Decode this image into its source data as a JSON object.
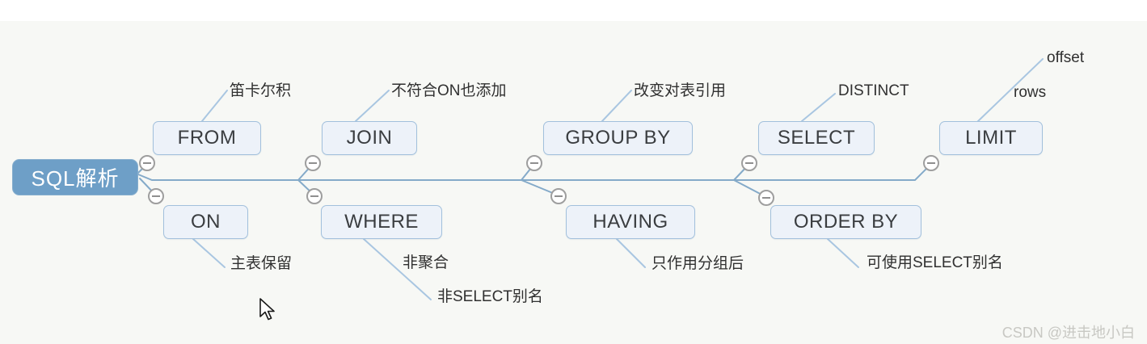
{
  "root": {
    "label": "SQL解析"
  },
  "nodes": [
    {
      "id": "from",
      "label": "FROM",
      "annotations": [
        "笛卡尔积"
      ]
    },
    {
      "id": "on",
      "label": "ON",
      "annotations": [
        "主表保留"
      ]
    },
    {
      "id": "join",
      "label": "JOIN",
      "annotations": [
        "不符合ON也添加"
      ]
    },
    {
      "id": "where",
      "label": "WHERE",
      "annotations": [
        "非聚合",
        "非SELECT别名"
      ]
    },
    {
      "id": "group-by",
      "label": "GROUP BY",
      "annotations": [
        "改变对表引用"
      ]
    },
    {
      "id": "having",
      "label": "HAVING",
      "annotations": [
        "只作用分组后"
      ]
    },
    {
      "id": "select",
      "label": "SELECT",
      "annotations": [
        "DISTINCT"
      ]
    },
    {
      "id": "order-by",
      "label": "ORDER BY",
      "annotations": [
        "可使用SELECT别名"
      ]
    },
    {
      "id": "limit",
      "label": "LIMIT",
      "annotations": [
        "offset",
        "rows"
      ]
    }
  ],
  "watermark": "CSDN @进击地小白",
  "colors": {
    "root_fill": "#6e9fc7",
    "node_fill": "#edf2f9",
    "node_border": "#a2c0dc",
    "trunk_line": "#84aac9",
    "callout_line": "#a9c6e1",
    "canvas_bg": "#f7f8f5",
    "watermark_text": "#c8c8c3"
  }
}
